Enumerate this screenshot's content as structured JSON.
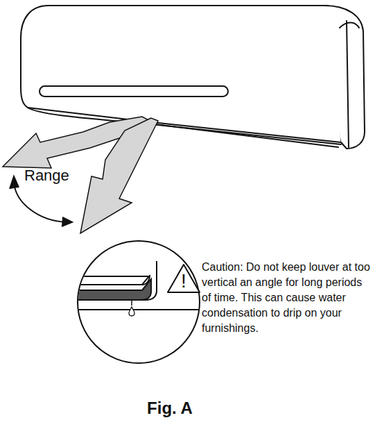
{
  "diagram": {
    "caption": "Fig. A",
    "nodes": [
      {
        "text": [
          "!"
        ]
      }
    ],
    "labels": [
      "Range",
      "Caution: Do not keep louver at too vertical an angle for long periods of time. This can cause water condensation to drip on your furnishings."
    ]
  }
}
